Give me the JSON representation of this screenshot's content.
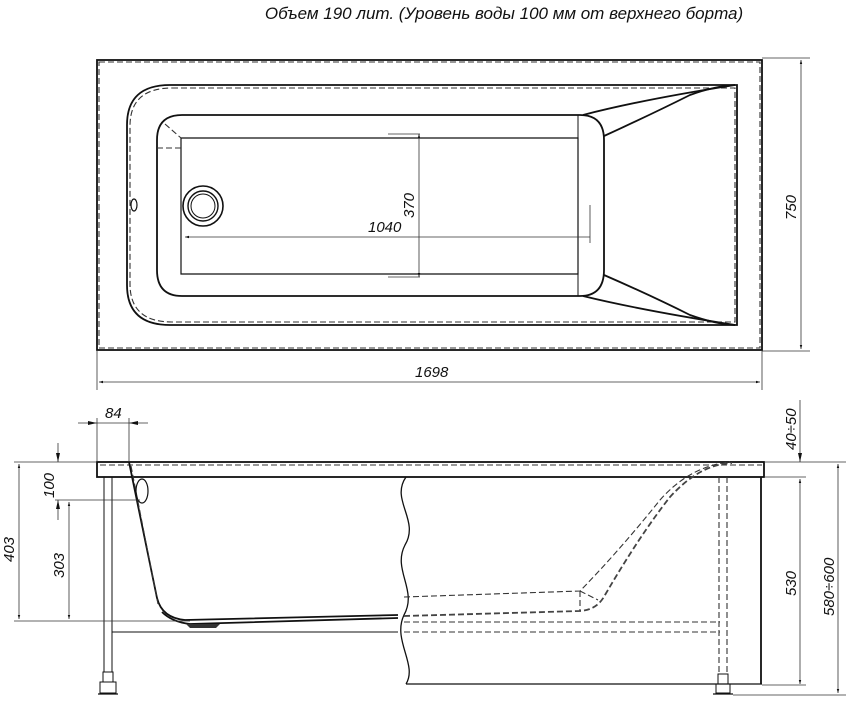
{
  "title": "Объем 190 лит. (Уровень воды 100 мм от верхнего борта)",
  "top_view": {
    "dimensions": {
      "overall_length": "1698",
      "overall_width": "750",
      "inner_length": "1040",
      "inner_width": "370"
    }
  },
  "side_view": {
    "dimensions": {
      "rim_offset": "84",
      "water_level": "100",
      "bowl_depth": "303",
      "total_inner_depth": "403",
      "rim_clearance": "40÷50",
      "body_height": "530",
      "total_height": "580÷600"
    }
  },
  "colors": {
    "line": "#111111",
    "background": "#ffffff",
    "dash": "#444444"
  }
}
